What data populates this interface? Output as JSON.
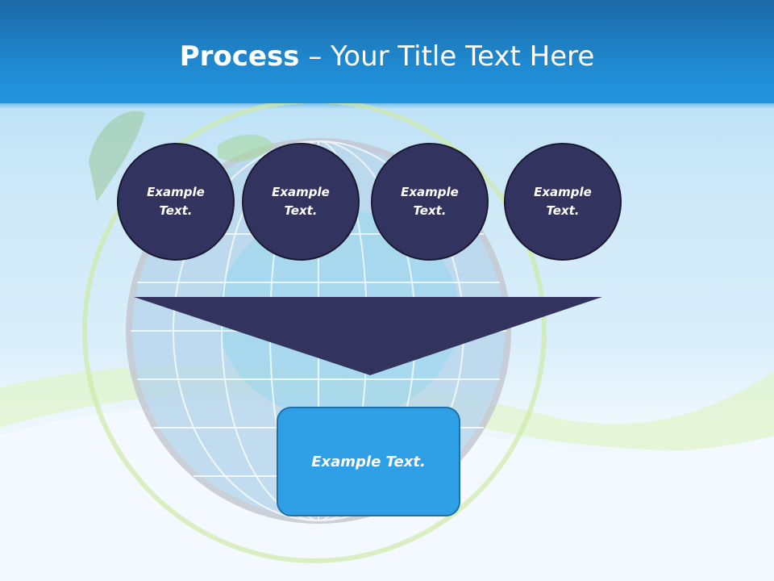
{
  "title": {
    "bold": "Process",
    "rest": " – Your Title Text Here"
  },
  "process": {
    "steps": [
      {
        "label": "Example Text."
      },
      {
        "label": "Example Text."
      },
      {
        "label": "Example Text."
      },
      {
        "label": "Example Text."
      }
    ],
    "result": {
      "label": "Example Text."
    }
  },
  "colors": {
    "circle": "#33335f",
    "funnel": "#33335f",
    "result_box": "#2f9fe6",
    "header": "#2193df"
  }
}
